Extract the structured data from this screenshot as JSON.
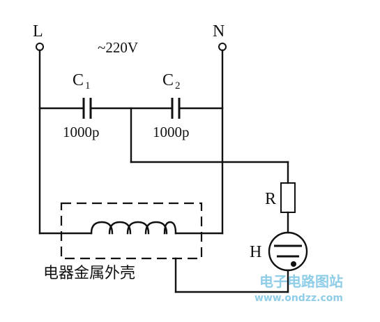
{
  "terminals": {
    "left": "L",
    "right": "N"
  },
  "supply_label": "~220V",
  "capacitors": [
    {
      "name": "C",
      "subscript": "1",
      "value": "1000p"
    },
    {
      "name": "C",
      "subscript": "2",
      "value": "1000p"
    }
  ],
  "resistor_label": "R",
  "lamp_label": "H",
  "enclosure_label": "电器金属外壳",
  "watermark": {
    "line1": "电子电路图站",
    "line2": "www.ondzz.com",
    "color": "#8fcde8"
  }
}
